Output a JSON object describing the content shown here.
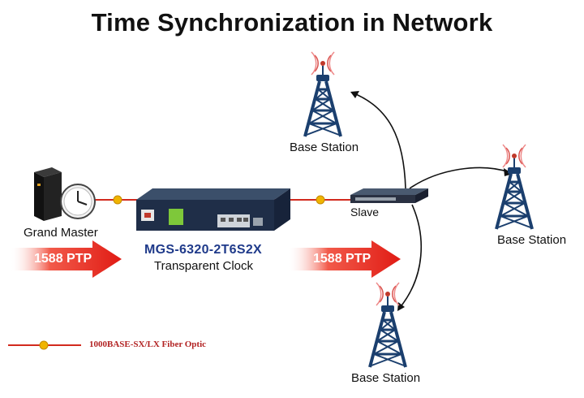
{
  "title": "Time Synchronization in Network",
  "nodes": {
    "grand_master": "Grand Master",
    "switch_model": "MGS-6320-2T6S2X",
    "switch_role": "Transparent Clock",
    "slave": "Slave",
    "base_station_top": "Base Station",
    "base_station_right": "Base Station",
    "base_station_bottom": "Base Station"
  },
  "ptp_arrows": [
    "1588 PTP",
    "1588 PTP"
  ],
  "legend": {
    "label": "1000BASE-SX/LX Fiber Optic"
  },
  "colors": {
    "fiber": "#d22a1e",
    "arrow": "#e01b14",
    "model": "#1f3a8a",
    "tower": "#1b3f6e"
  }
}
